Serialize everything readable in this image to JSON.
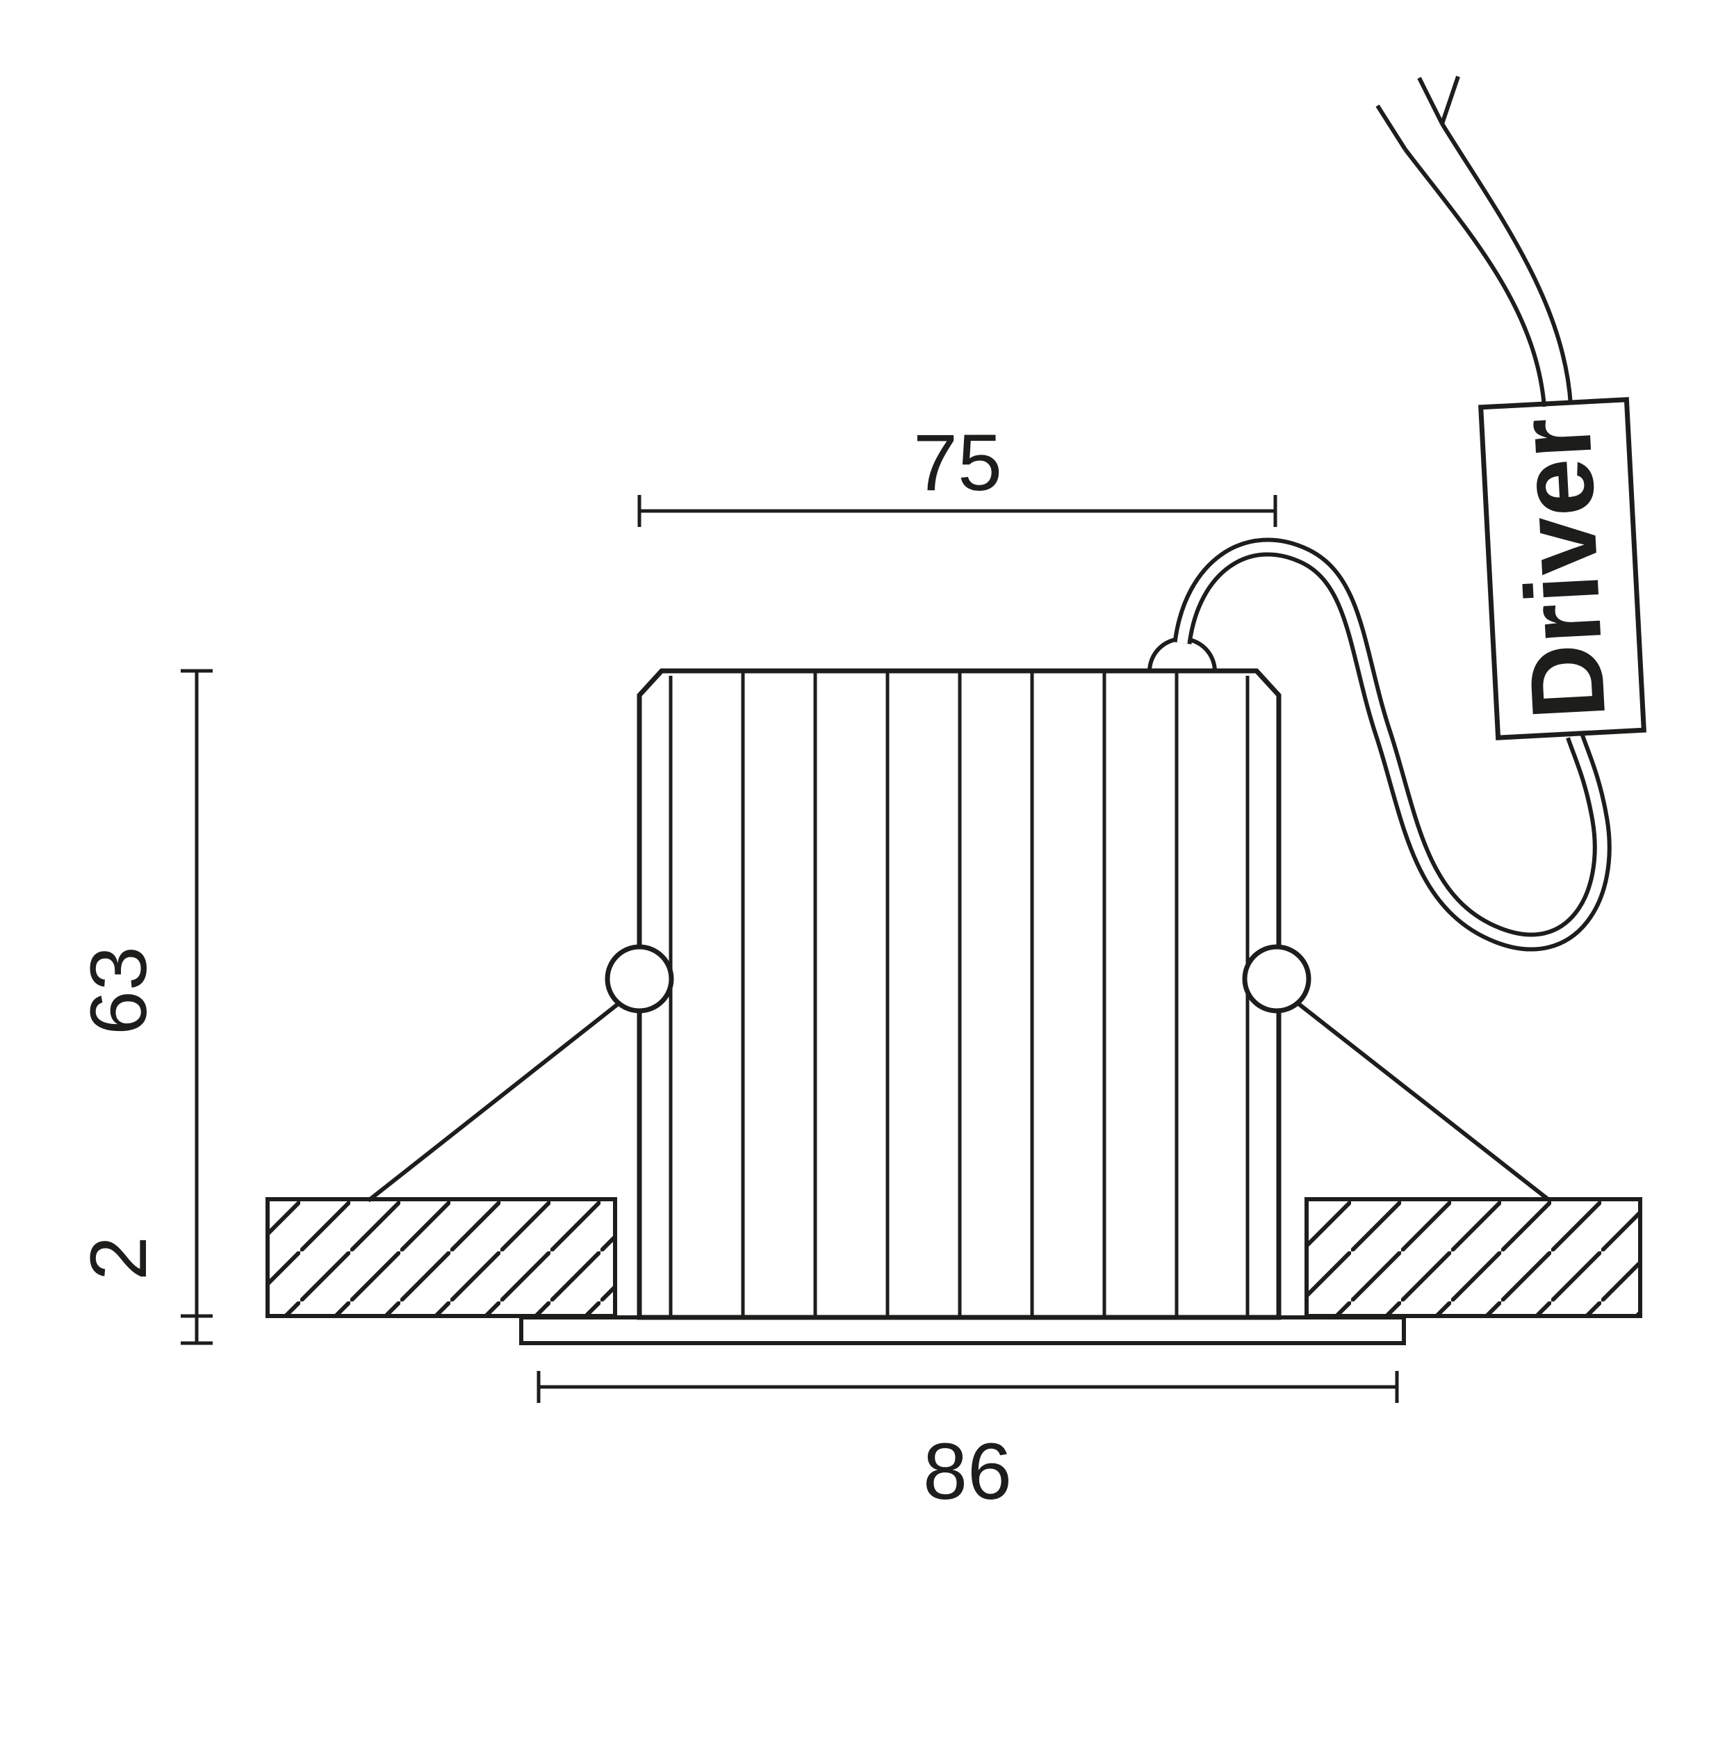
{
  "meta": {
    "background_color": "#ffffff",
    "line_color": "#1d1d1b"
  },
  "diagram": {
    "dimension_labels": {
      "top_width": "75",
      "height": "63",
      "flange_thickness": "2",
      "bottom_width": "86"
    },
    "driver_label": "Driver"
  }
}
